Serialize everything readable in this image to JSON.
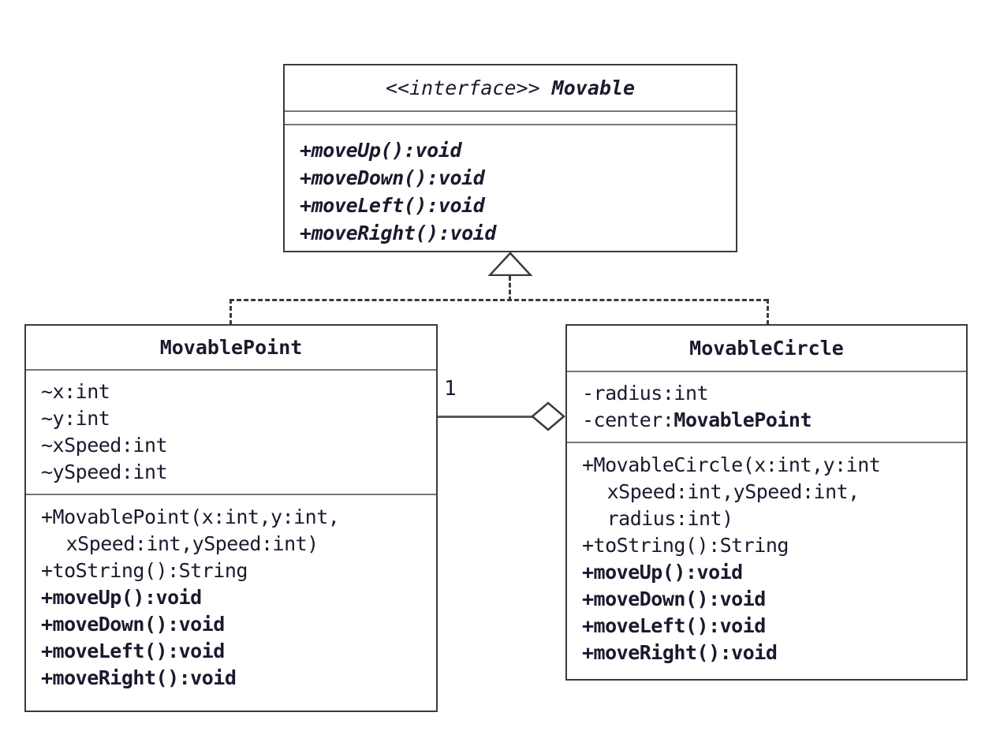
{
  "diagram": {
    "kind": "uml-class-diagram",
    "colors": {
      "box_border": "#3b3b3b",
      "compartment_divider": "#767676",
      "connector": "#5a5a5a",
      "text": "#1a1a2e",
      "background": "#ffffff"
    }
  },
  "interface": {
    "stereotype": "<<interface>>",
    "name": "Movable",
    "attributes": [],
    "operations": [
      "+moveUp():void",
      "+moveDown():void",
      "+moveLeft():void",
      "+moveRight():void"
    ]
  },
  "movable_point": {
    "name": "MovablePoint",
    "attributes": [
      "~x:int",
      "~y:int",
      "~xSpeed:int",
      "~ySpeed:int"
    ],
    "operations": [
      {
        "text": "+MovablePoint(x:int,y:int,",
        "bold": false,
        "indent": false
      },
      {
        "text": "xSpeed:int,ySpeed:int)",
        "bold": false,
        "indent": true
      },
      {
        "text": "+toString():String",
        "bold": false,
        "indent": false
      },
      {
        "text": "+moveUp():void",
        "bold": true,
        "indent": false
      },
      {
        "text": "+moveDown():void",
        "bold": true,
        "indent": false
      },
      {
        "text": "+moveLeft():void",
        "bold": true,
        "indent": false
      },
      {
        "text": "+moveRight():void",
        "bold": true,
        "indent": false
      }
    ]
  },
  "movable_circle": {
    "name": "MovableCircle",
    "attributes": [
      {
        "prefix": "-radius:int",
        "bold_part": ""
      },
      {
        "prefix": "-center:",
        "bold_part": "MovablePoint"
      }
    ],
    "operations": [
      {
        "text": "+MovableCircle(x:int,y:int",
        "bold": false,
        "indent": false
      },
      {
        "text": "xSpeed:int,ySpeed:int,",
        "bold": false,
        "indent": true
      },
      {
        "text": "radius:int)",
        "bold": false,
        "indent": true
      },
      {
        "text": "+toString():String",
        "bold": false,
        "indent": false
      },
      {
        "text": "+moveUp():void",
        "bold": true,
        "indent": false
      },
      {
        "text": "+moveDown():void",
        "bold": true,
        "indent": false
      },
      {
        "text": "+moveLeft():void",
        "bold": true,
        "indent": false
      },
      {
        "text": "+moveRight():void",
        "bold": true,
        "indent": false
      }
    ]
  },
  "relationships": {
    "realization": {
      "type": "realization",
      "from": [
        "MovablePoint",
        "MovableCircle"
      ],
      "to": "Movable",
      "line_style": "dashed",
      "arrow": "hollow-triangle"
    },
    "aggregation": {
      "type": "aggregation",
      "owner": "MovableCircle",
      "part": "MovablePoint",
      "multiplicity_label": "1",
      "line_style": "solid",
      "arrow": "hollow-diamond"
    }
  }
}
